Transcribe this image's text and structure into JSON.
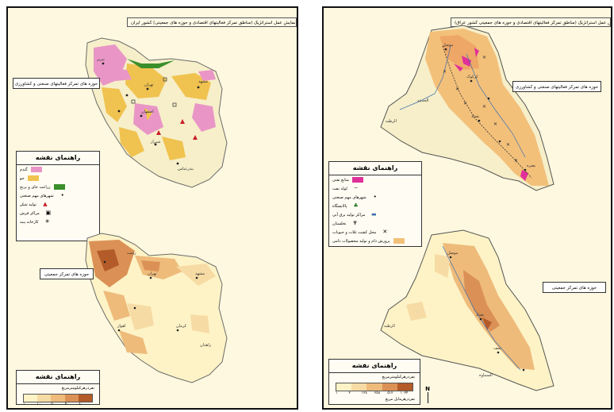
{
  "left_page": {
    "title": "نقشه شماره ۴: نمایش عمل استراتژیک (مناطق تمرکز فعالیتهای اقتصادی و حوزه های جمعیتی) کشور ایران",
    "economic_label": "حوزه های تمرکز فعالیتهای صنعتی و کشاورزی",
    "population_label": "حوزه های تمرکز جمعیتی",
    "legend": {
      "title": "راهنمای نقشه",
      "items": [
        {
          "label": "گندم",
          "color": "#e996c6"
        },
        {
          "label": "جو",
          "color": "#f0c24f"
        },
        {
          "label": "زراعت جای و برنج",
          "color": "#3b8f2b"
        },
        {
          "label": "شهرهای مهم صنعتی",
          "symbol": "•"
        },
        {
          "label": "تولید شکر",
          "symbol": "▲"
        },
        {
          "label": "مراکز فرش",
          "symbol": "▣"
        },
        {
          "label": "کارخانه پنبه",
          "symbol": "✳"
        }
      ]
    },
    "density": {
      "title": "راهنمای نقشه",
      "caption": "نفردرهرکیلومترمربع",
      "ticks": [
        "۱",
        "۱۰",
        "۲۰",
        "۴۰",
        "۸۰"
      ],
      "colors": [
        "#fdf3c6",
        "#f7dba4",
        "#eebb7b",
        "#db9155",
        "#b45b2a"
      ]
    },
    "places": {
      "tehran": "تهران",
      "mashhad": "مشهد",
      "isfahan": "اصفهان",
      "tabriz": "تبریز",
      "shiraz": "شیراز",
      "bandar": "بندرعباس",
      "kerman": "کرمان",
      "ahvaz": "اهواز",
      "zahedan": "زاهدان",
      "rasht": "رشت"
    }
  },
  "right_page": {
    "title": "نقشه شماره ۳: نمایش عمل استراتژیک (مناطق تمرکز فعالیتهای اقتصادی و حوزه های جمعیتی کشور عراق)",
    "economic_label": "حوزه های تمرکز فعالیتهای صنعتی و کشاورزی",
    "population_label": "حوزه های تمرکز جمعیتی",
    "legend": {
      "title": "راهنمای نقشه",
      "items": [
        {
          "label": "منابع نفتی",
          "color": "#e0309a"
        },
        {
          "label": "لوله نفت",
          "symbol": "┄"
        },
        {
          "label": "شهرهای مهم صنعتی",
          "symbol": "•"
        },
        {
          "label": "پالایشگاه",
          "symbol": "♣"
        },
        {
          "label": "مراکز تولید برق آبی",
          "symbol": "▬"
        },
        {
          "label": "نخلستان",
          "symbol": "♆"
        },
        {
          "label": "محل کشت غلات و حبوبات",
          "symbol": "✕"
        },
        {
          "label": "پرورش دام و تولید محصولات دامی",
          "color": "#f3c07a"
        }
      ]
    },
    "density": {
      "title": "راهنمای نقشه",
      "caption": "نفردرهرکیلومترمربع",
      "caption2": "نفردرهرمایل مربع",
      "ticks": [
        "۱",
        "۲",
        "۱۲۸",
        "۲۵۸",
        "۵۱۲",
        "۱۰۲۴"
      ],
      "colors": [
        "#fdf3c6",
        "#f7dba4",
        "#eebb7b",
        "#db9155",
        "#b45b2a"
      ]
    },
    "north": "N",
    "places": {
      "baghdad": "بغداد",
      "mosul": "موصل",
      "basra": "بصره",
      "kirkuk": "کرکوک",
      "rutba": "الرطبه",
      "samawa": "السماوه",
      "haditha": "الحدیثه",
      "najaf": "نجف"
    }
  }
}
